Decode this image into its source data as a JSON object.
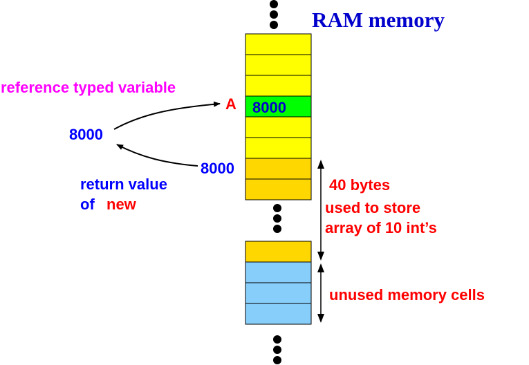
{
  "title": "RAM memory",
  "labels": {
    "reference_typed_variable": "reference typed variable",
    "variable_name": "A",
    "stored_value": "8000",
    "left_value": "8000",
    "return_value": "8000",
    "return_value_line1": "return value",
    "return_value_of": "of",
    "return_value_new": "new",
    "bytes_line1": "40 bytes",
    "bytes_line2": "used to store",
    "bytes_line3": "array of 10 int’s",
    "unused": "unused memory cells"
  },
  "colors": {
    "title": "#0000cc",
    "magenta": "#ff00ff",
    "red": "#ff0000",
    "blue": "#0000ff",
    "yellow": "#ffff00",
    "green": "#00ff00",
    "orange": "#ffd700",
    "lightblue": "#87cefa",
    "black": "#000000"
  },
  "memory_cells": [
    {
      "kind": "free",
      "color": "yellow"
    },
    {
      "kind": "free",
      "color": "yellow"
    },
    {
      "kind": "free",
      "color": "yellow"
    },
    {
      "kind": "reference",
      "color": "green"
    },
    {
      "kind": "free",
      "color": "yellow"
    },
    {
      "kind": "free",
      "color": "yellow"
    },
    {
      "kind": "array",
      "color": "orange"
    },
    {
      "kind": "array",
      "color": "orange"
    },
    {
      "kind": "array",
      "color": "orange"
    },
    {
      "kind": "unused",
      "color": "lightblue"
    },
    {
      "kind": "unused",
      "color": "lightblue"
    },
    {
      "kind": "unused",
      "color": "lightblue"
    }
  ]
}
